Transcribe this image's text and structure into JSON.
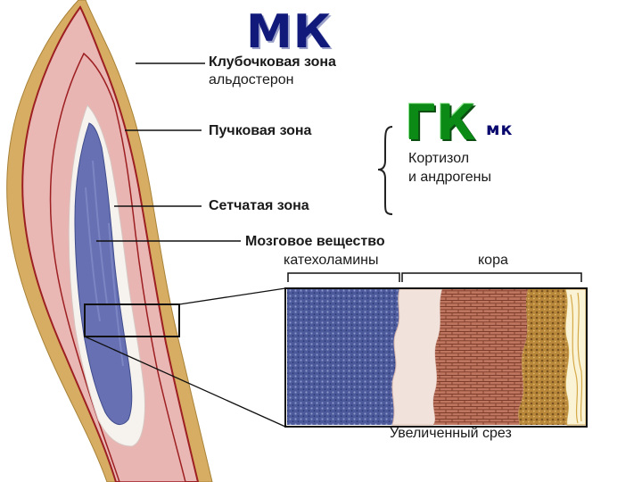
{
  "title_mk": "МК",
  "gk": {
    "big": "ГК",
    "small": "мк"
  },
  "zones": {
    "glomerular": {
      "label": "Клубочковая зона",
      "hormone": "альдостерон"
    },
    "fascicular": {
      "label": "Пучковая зона"
    },
    "reticular": {
      "label": "Сетчатая зона"
    },
    "medulla": {
      "label": "Мозговое вещество"
    }
  },
  "cortisol": {
    "line1": "Кортизол",
    "line2": "и андрогены"
  },
  "section": {
    "catecholamines": "катехоламины",
    "cortex": "кора",
    "caption": "Увеличенный срез"
  },
  "colors": {
    "capsule": "#d6ad62",
    "cortex_pink": "#e9b8b5",
    "zone_line": "#9d1f22",
    "fascicular_white": "#f6f3ef",
    "medulla_blue": "#6670b3",
    "medulla_dark": "#3f4c8c",
    "brick": "#b36a55",
    "capsule_brown": "#b98c3d",
    "title_navy": "#111a7a",
    "gk_green": "#0b8a16"
  }
}
